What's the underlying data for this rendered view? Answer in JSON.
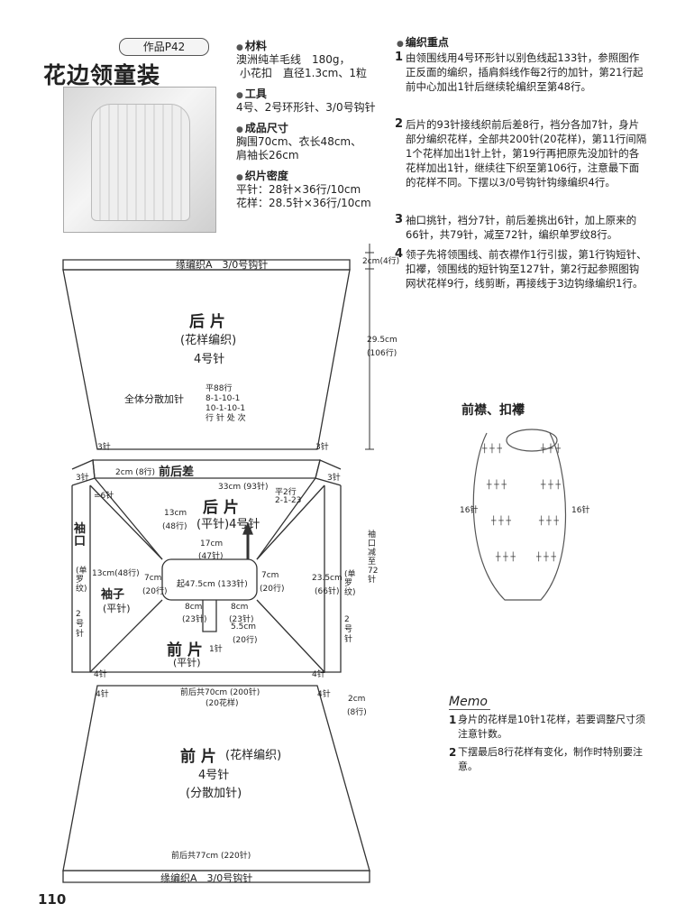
{
  "header": {
    "tag": "作品P42",
    "title": "花边领童装"
  },
  "specs": {
    "materials_h": "材料",
    "materials_1": "澳洲纯羊毛线　180g，",
    "materials_2": "小花扣　直径1.3cm、1粒",
    "tools_h": "工具",
    "tools_1": "4号、2号环形针、3/0号钩针",
    "size_h": "成品尺寸",
    "size_1": "胸围70cm、衣长48cm、",
    "size_2": "肩袖长26cm",
    "gauge_h": "织片密度",
    "gauge_1": "平针：28针×36行/10cm",
    "gauge_2": "花样：28.5针×36行/10cm"
  },
  "key_points": {
    "heading": "编织重点",
    "steps": [
      {
        "n": "1",
        "text": "由领围线用4号环形针以别色线起133针，参照图作正反面的编织，插肩斜线作每2行的加针，第21行起前中心加出1针后继续轮编织至第48行。"
      },
      {
        "n": "2",
        "text": "后片的93针接线织前后差8行，裆分各加7针，身片部分编织花样，全部共200针(20花样)，第11行间隔1个花样加出1针上针，第19行再把原先没加针的各花样加出1针，继续往下织至第106行，注意最下面的花样不同。下摆以3/0号钩针钩缘编织4行。"
      },
      {
        "n": "3",
        "text": "袖口挑针，裆分7针，前后差挑出6针，加上原来的66针，共79针，减至72针，编织单罗纹8行。"
      },
      {
        "n": "4",
        "text": "领子先将领围线、前衣襟作1行引拔，第1行钩短针、扣襻，领围线的短针钩至127针，第2行起参照图钩网状花样9行，线剪断，再接线于3边钩缘编织1行。"
      }
    ]
  },
  "diagram": {
    "back_edge": "缘编织A　3/0号钩针",
    "back_title": "后 片",
    "back_pattern": "(花样编织)",
    "back_needle": "4号针",
    "increase_label": "全体分散加针",
    "increase_rules": [
      "平88行",
      "8-1-10-1",
      "10-1-10-1",
      "行 针 处 次"
    ],
    "dim_2cm_4": "2cm(4行)",
    "dim_29_5": "29.5cm",
    "dim_106": "(106行)",
    "st_3_left": "3针",
    "st_3_right": "3针",
    "diff_label": "2cm (8行)",
    "diff_title": "前后差",
    "yoke_back_title": "后 片",
    "yoke_back_sub": "(平针)4号针",
    "dim_33": "33cm (93针)",
    "dim_13": "13cm",
    "dim_48": "(48行)",
    "flat2": "平2行",
    "flat2_b": "2-1-23",
    "dim_17": "17cm",
    "dim_47": "(47针)",
    "neck": "起47.5cm (133针)",
    "dim_7l": "7cm",
    "dim_20l": "(20行)",
    "dim_7r": "7cm",
    "dim_20r": "(20行)",
    "dim_8l": "8cm",
    "dim_23l": "(23针)",
    "dim_8r": "8cm",
    "dim_23r": "(23针)",
    "dim_5_5": "5.5cm",
    "dim_20c": "(20行)",
    "st_1": "1针",
    "dim_13_48": "13cm(48行)",
    "sleeve_cuff": "袖口",
    "rib_l": "(单罗纹)",
    "needle2_l": "2号针",
    "sleeve": "袖子",
    "sleeve_sub": "(平针)",
    "front_yoke": "前 片",
    "front_yoke_sub": "(平针)",
    "dim_23_5": "23.5cm",
    "dim_66": "(66针)",
    "rib_r": "(单罗纹)",
    "needle2_r": "2号针",
    "cuff_dec": "袖口减至72针",
    "st_6": "=6针",
    "st_3_l2": "3针",
    "st_3_r2": "3针",
    "st_4_l": "4针",
    "st_4_r": "4针",
    "st_4_l2": "4针",
    "st_4_r2": "4针",
    "front_total": "前后共70cm (200针)",
    "front_total_sub": "(20花样)",
    "dim_2cm_8": "2cm",
    "dim_8rows": "(8行)",
    "front_title": "前 片",
    "front_pattern": "(花样编织)",
    "front_needle": "4号针",
    "front_inc": "(分散加针)",
    "hem_total": "前后共77cm (220针)",
    "front_edge": "缘编织A　3/0号钩针"
  },
  "placket": {
    "title": "前襟、扣襻",
    "left_count": "16针",
    "right_count": "16针"
  },
  "memo": {
    "title": "Memo",
    "items": [
      {
        "n": "1",
        "text": "身片的花样是10针1花样，若要调整尺寸须注意针数。"
      },
      {
        "n": "2",
        "text": "下摆最后8行花样有变化，制作时特别要注意。"
      }
    ]
  },
  "page_number": "110"
}
